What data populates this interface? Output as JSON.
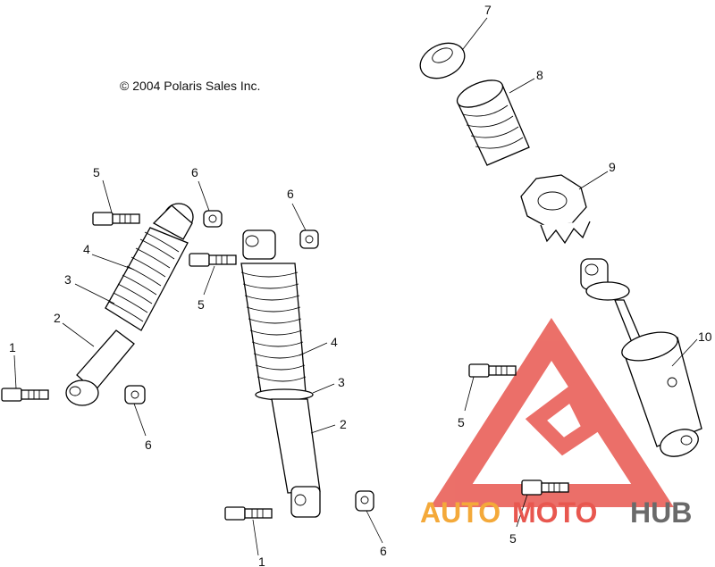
{
  "copyright": "© 2004 Polaris Sales Inc.",
  "callouts": {
    "c1a": "1",
    "c1b": "1",
    "c2a": "2",
    "c2b": "2",
    "c3a": "3",
    "c3b": "3",
    "c4a": "4",
    "c4b": "4",
    "c5a": "5",
    "c5b": "5",
    "c5c": "5",
    "c5d": "5",
    "c6a": "6",
    "c6b": "6",
    "c6c": "6",
    "c6d": "6",
    "c7": "7",
    "c8": "8",
    "c9": "9",
    "c10": "10"
  },
  "watermark": {
    "part1": "AUTO",
    "part2": "MOTO",
    "part3": "HUB",
    "color_primary": "#e8574f",
    "color_accent": "#f4a93a",
    "color_dark": "#6a6a6a"
  }
}
